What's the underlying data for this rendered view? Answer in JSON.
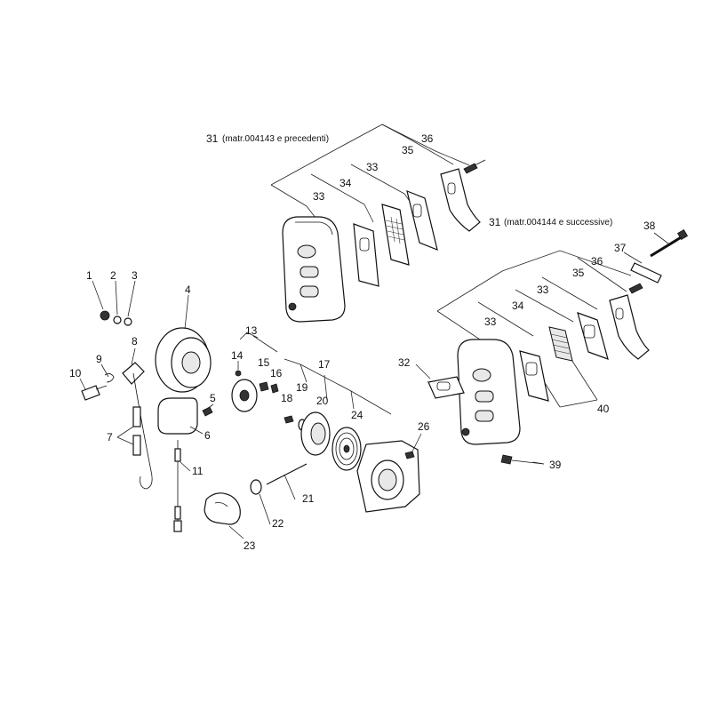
{
  "captions": {
    "group_a_num": "31",
    "group_a_text": "(matr.004143 e precedenti)",
    "group_b_num": "31",
    "group_b_text": "(matr.004144 e successive)"
  },
  "labels": {
    "l1": "1",
    "l2": "2",
    "l3": "3",
    "l4": "4",
    "l5": "5",
    "l6": "6",
    "l7": "7",
    "l8": "8",
    "l9": "9",
    "l10": "10",
    "l11": "11",
    "l13": "13",
    "l14": "14",
    "l15": "15",
    "l16": "16",
    "l17": "17",
    "l18": "18",
    "l19": "19",
    "l20": "20",
    "l21": "21",
    "l22": "22",
    "l23": "23",
    "l24": "24",
    "l26": "26",
    "l32": "32",
    "l33a": "33",
    "l33b": "33",
    "l34a": "34",
    "l35a": "35",
    "l36a": "36",
    "l33c": "33",
    "l33d": "33",
    "l34b": "34",
    "l35b": "35",
    "l36b": "36",
    "l37": "37",
    "l38": "38",
    "l39": "39",
    "l40": "40"
  }
}
